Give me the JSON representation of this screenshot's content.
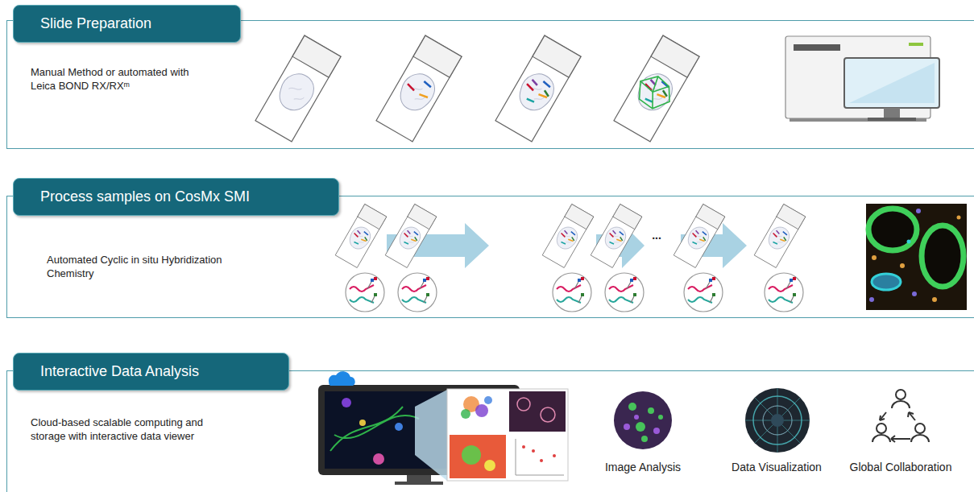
{
  "diagram": {
    "nodes": [
      {
        "text": [
          "Slide Preparation",
          "Manual Method or automated with Leica BOND RX/RXᵐ"
        ]
      },
      {
        "text": [
          "Process samples on CosMx SMI",
          "Automated Cyclic in situ Hybridization Chemistry"
        ]
      },
      {
        "text": [
          "Interactive Data Analysis",
          "Cloud-based scalable computing and storage with interactive data viewer"
        ]
      }
    ],
    "labels": [
      "...",
      "Image Analysis",
      "Data Visualization",
      "Global Collaboration"
    ]
  }
}
